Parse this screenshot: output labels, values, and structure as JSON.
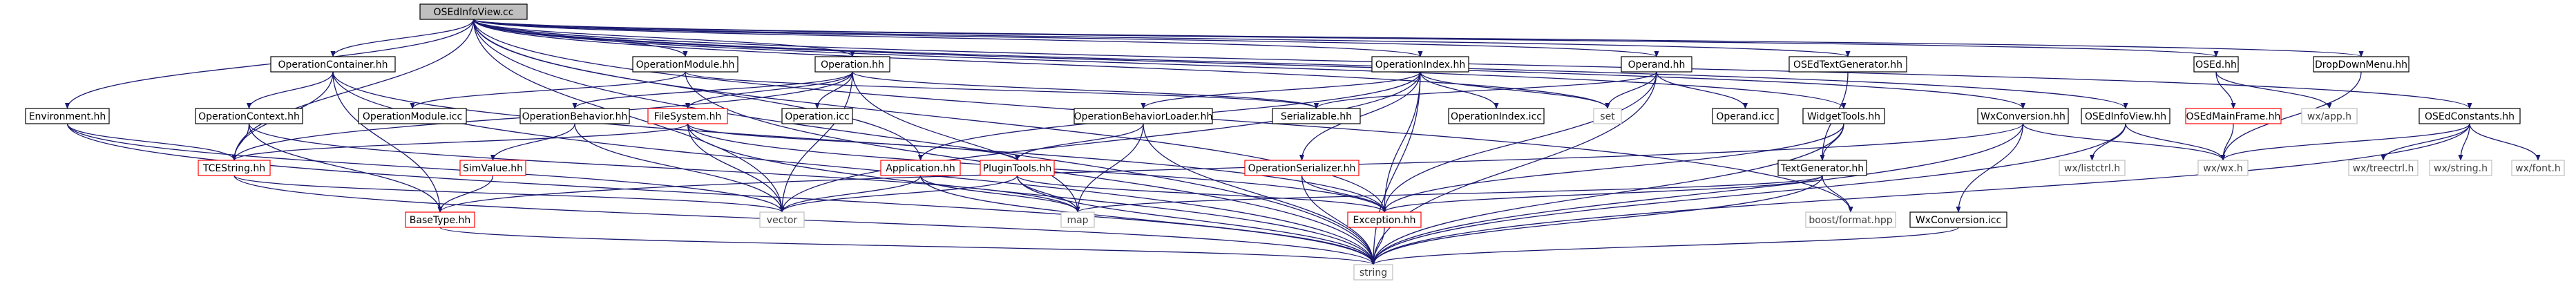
{
  "graph": {
    "colors": {
      "edge": "#191970",
      "root_fill": "#bfbfbf",
      "root_border": "#000000",
      "documented_border": "#000000",
      "undocumented_border": "#bfbfbf",
      "missing_border": "#ff0000",
      "text_dark": "#000000",
      "text_light": "#3f3f3f"
    },
    "nodes": [
      {
        "id": "root",
        "label": "OSEdInfoView.cc",
        "kind": "root"
      },
      {
        "id": "opcont",
        "label": "OperationContainer.hh",
        "kind": "documented"
      },
      {
        "id": "opmod",
        "label": "OperationModule.hh",
        "kind": "documented"
      },
      {
        "id": "ophh",
        "label": "Operation.hh",
        "kind": "documented"
      },
      {
        "id": "opindex",
        "label": "OperationIndex.hh",
        "kind": "documented"
      },
      {
        "id": "operand",
        "label": "Operand.hh",
        "kind": "documented"
      },
      {
        "id": "textgen",
        "label": "OSEdTextGenerator.hh",
        "kind": "documented"
      },
      {
        "id": "osed",
        "label": "OSEd.hh",
        "kind": "documented"
      },
      {
        "id": "dropdown",
        "label": "DropDownMenu.hh",
        "kind": "documented"
      },
      {
        "id": "env",
        "label": "Environment.hh",
        "kind": "documented"
      },
      {
        "id": "opctx",
        "label": "OperationContext.hh",
        "kind": "documented"
      },
      {
        "id": "opmodicc",
        "label": "OperationModule.icc",
        "kind": "documented"
      },
      {
        "id": "opbeh",
        "label": "OperationBehavior.hh",
        "kind": "documented"
      },
      {
        "id": "filesys",
        "label": "FileSystem.hh",
        "kind": "missing"
      },
      {
        "id": "opicc",
        "label": "Operation.icc",
        "kind": "documented"
      },
      {
        "id": "opbehload",
        "label": "OperationBehaviorLoader.hh",
        "kind": "documented"
      },
      {
        "id": "serial",
        "label": "Serializable.hh",
        "kind": "documented"
      },
      {
        "id": "opindexicc",
        "label": "OperationIndex.icc",
        "kind": "documented"
      },
      {
        "id": "set",
        "label": "set",
        "kind": "undocumented"
      },
      {
        "id": "operandicc",
        "label": "Operand.icc",
        "kind": "documented"
      },
      {
        "id": "widget",
        "label": "WidgetTools.hh",
        "kind": "documented"
      },
      {
        "id": "wxconv",
        "label": "WxConversion.hh",
        "kind": "documented"
      },
      {
        "id": "osedinfoview",
        "label": "OSEdInfoView.hh",
        "kind": "documented"
      },
      {
        "id": "mainframe",
        "label": "OSEdMainFrame.hh",
        "kind": "missing"
      },
      {
        "id": "wxapp",
        "label": "wx/app.h",
        "kind": "undocumented"
      },
      {
        "id": "constants",
        "label": "OSEdConstants.hh",
        "kind": "documented"
      },
      {
        "id": "tcestring",
        "label": "TCEString.hh",
        "kind": "missing"
      },
      {
        "id": "simvalue",
        "label": "SimValue.hh",
        "kind": "missing"
      },
      {
        "id": "application",
        "label": "Application.hh",
        "kind": "missing"
      },
      {
        "id": "plugintools",
        "label": "PluginTools.hh",
        "kind": "missing"
      },
      {
        "id": "opserial",
        "label": "OperationSerializer.hh",
        "kind": "missing"
      },
      {
        "id": "textgenerator",
        "label": "TextGenerator.hh",
        "kind": "documented"
      },
      {
        "id": "wxlistctrl",
        "label": "wx/listctrl.h",
        "kind": "undocumented"
      },
      {
        "id": "wxwx",
        "label": "wx/wx.h",
        "kind": "undocumented"
      },
      {
        "id": "wxtreectrl",
        "label": "wx/treectrl.h",
        "kind": "undocumented"
      },
      {
        "id": "wxstring",
        "label": "wx/string.h",
        "kind": "undocumented"
      },
      {
        "id": "wxfont",
        "label": "wx/font.h",
        "kind": "undocumented"
      },
      {
        "id": "basetype",
        "label": "BaseType.hh",
        "kind": "missing"
      },
      {
        "id": "vector",
        "label": "vector",
        "kind": "undocumented"
      },
      {
        "id": "map",
        "label": "map",
        "kind": "undocumented"
      },
      {
        "id": "exception",
        "label": "Exception.hh",
        "kind": "missing"
      },
      {
        "id": "boostformat",
        "label": "boost/format.hpp",
        "kind": "undocumented"
      },
      {
        "id": "wxconvicc",
        "label": "WxConversion.icc",
        "kind": "documented"
      },
      {
        "id": "string",
        "label": "string",
        "kind": "undocumented"
      }
    ],
    "edges": [
      [
        "root",
        "opcont"
      ],
      [
        "root",
        "opmod"
      ],
      [
        "root",
        "ophh"
      ],
      [
        "root",
        "opindex"
      ],
      [
        "root",
        "operand"
      ],
      [
        "root",
        "textgen"
      ],
      [
        "root",
        "osed"
      ],
      [
        "root",
        "dropdown"
      ],
      [
        "root",
        "env"
      ],
      [
        "root",
        "tcestring"
      ],
      [
        "root",
        "widget"
      ],
      [
        "root",
        "wxconv"
      ],
      [
        "root",
        "osedinfoview"
      ],
      [
        "root",
        "constants"
      ],
      [
        "root",
        "set"
      ],
      [
        "root",
        "boostformat"
      ],
      [
        "root",
        "application"
      ],
      [
        "root",
        "vector"
      ],
      [
        "root",
        "exception"
      ],
      [
        "root",
        "string"
      ],
      [
        "opcont",
        "opctx"
      ],
      [
        "opcont",
        "tcestring"
      ],
      [
        "opcont",
        "basetype"
      ],
      [
        "opcont",
        "exception"
      ],
      [
        "opcont",
        "string"
      ],
      [
        "opmod",
        "opmodicc"
      ],
      [
        "opmod",
        "serial"
      ],
      [
        "opmod",
        "string"
      ],
      [
        "ophh",
        "opicc"
      ],
      [
        "ophh",
        "filesys"
      ],
      [
        "ophh",
        "opbeh"
      ],
      [
        "ophh",
        "serial"
      ],
      [
        "ophh",
        "vector"
      ],
      [
        "ophh",
        "map"
      ],
      [
        "ophh",
        "tcestring"
      ],
      [
        "opindex",
        "opindexicc"
      ],
      [
        "opindex",
        "opbehload"
      ],
      [
        "opindex",
        "opserial"
      ],
      [
        "opindex",
        "set"
      ],
      [
        "opindex",
        "exception"
      ],
      [
        "opindex",
        "vector"
      ],
      [
        "opindex",
        "string"
      ],
      [
        "opindex",
        "application"
      ],
      [
        "operand",
        "operandicc"
      ],
      [
        "operand",
        "set"
      ],
      [
        "operand",
        "serial"
      ],
      [
        "operand",
        "exception"
      ],
      [
        "operand",
        "string"
      ],
      [
        "textgen",
        "textgenerator"
      ],
      [
        "osed",
        "mainframe"
      ],
      [
        "osed",
        "wxapp"
      ],
      [
        "dropdown",
        "wxwx"
      ],
      [
        "env",
        "tcestring"
      ],
      [
        "env",
        "vector"
      ],
      [
        "env",
        "string"
      ],
      [
        "opctx",
        "tcestring"
      ],
      [
        "opctx",
        "basetype"
      ],
      [
        "opctx",
        "map"
      ],
      [
        "opbeh",
        "simvalue"
      ],
      [
        "opbeh",
        "vector"
      ],
      [
        "filesys",
        "tcestring"
      ],
      [
        "filesys",
        "plugintools"
      ],
      [
        "filesys",
        "exception"
      ],
      [
        "filesys",
        "vector"
      ],
      [
        "filesys",
        "string"
      ],
      [
        "opbehload",
        "plugintools"
      ],
      [
        "opbehload",
        "map"
      ],
      [
        "opbehload",
        "string"
      ],
      [
        "widget",
        "textgenerator"
      ],
      [
        "widget",
        "exception"
      ],
      [
        "widget",
        "string"
      ],
      [
        "wxconv",
        "basetype"
      ],
      [
        "wxconv",
        "wxconvicc"
      ],
      [
        "wxconv",
        "wxwx"
      ],
      [
        "wxconv",
        "string"
      ],
      [
        "osedinfoview",
        "wxlistctrl"
      ],
      [
        "osedinfoview",
        "wxwx"
      ],
      [
        "osedinfoview",
        "string"
      ],
      [
        "mainframe",
        "wxwx"
      ],
      [
        "constants",
        "wxwx"
      ],
      [
        "constants",
        "wxtreectrl"
      ],
      [
        "constants",
        "wxstring"
      ],
      [
        "constants",
        "wxfont"
      ],
      [
        "constants",
        "string"
      ],
      [
        "tcestring",
        "vector"
      ],
      [
        "tcestring",
        "string"
      ],
      [
        "simvalue",
        "basetype"
      ],
      [
        "application",
        "vector"
      ],
      [
        "application",
        "map"
      ],
      [
        "application",
        "string"
      ],
      [
        "plugintools",
        "vector"
      ],
      [
        "plugintools",
        "map"
      ],
      [
        "plugintools",
        "exception"
      ],
      [
        "plugintools",
        "string"
      ],
      [
        "opserial",
        "exception"
      ],
      [
        "opserial",
        "string"
      ],
      [
        "textgenerator",
        "boostformat"
      ],
      [
        "textgenerator",
        "map"
      ],
      [
        "textgenerator",
        "exception"
      ],
      [
        "textgenerator",
        "string"
      ],
      [
        "exception",
        "string"
      ],
      [
        "basetype",
        "string"
      ],
      [
        "wxconvicc",
        "string"
      ]
    ]
  }
}
